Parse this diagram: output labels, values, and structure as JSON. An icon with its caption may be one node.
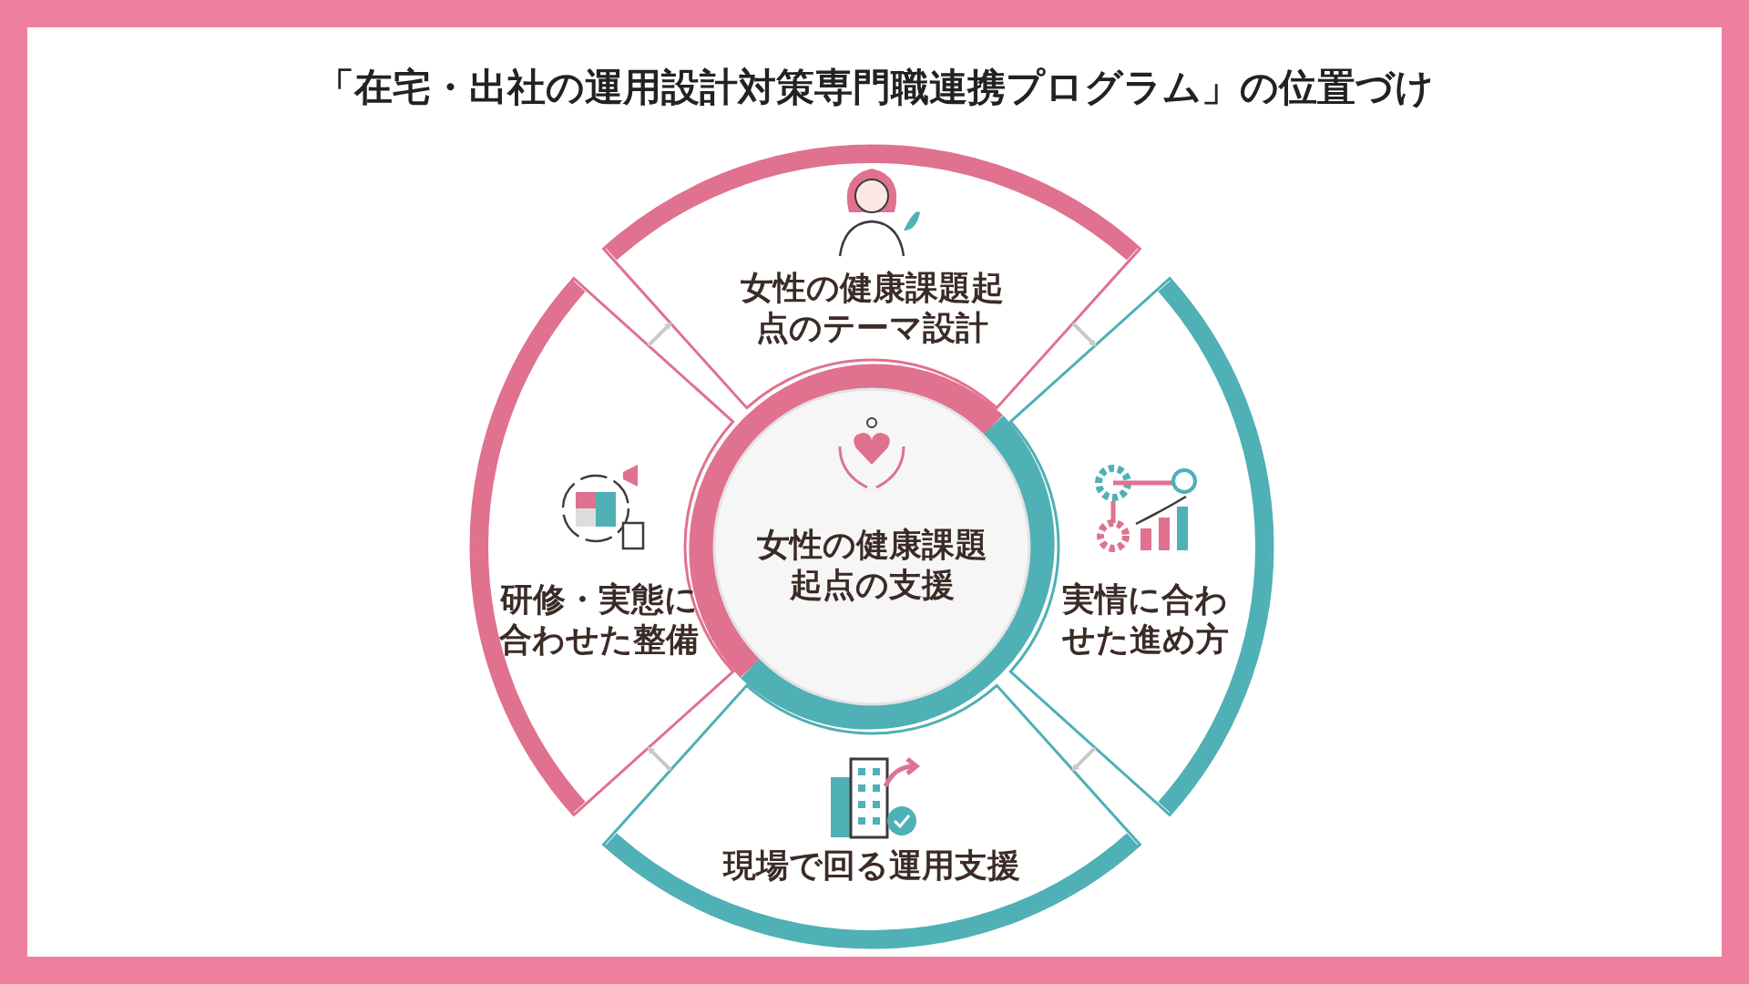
{
  "diagram": {
    "title": "「在宅・出社の運用設計対策専門職連携プログラム」の位置づけ",
    "nodes": [
      {
        "text": [
          "女性の健康課題起点のテーマ設計"
        ]
      },
      {
        "text": [
          "実情に合わせた進め方"
        ]
      },
      {
        "text": [
          "現場で回る運用支援"
        ]
      },
      {
        "text": [
          "研修・実態に合わせた整備"
        ]
      },
      {
        "text": [
          "女性の健康課題起点の支援"
        ]
      }
    ],
    "edges": [
      {
        "from": 0,
        "to": 1,
        "arrow": "to"
      },
      {
        "from": 1,
        "to": 2,
        "arrow": "to"
      },
      {
        "from": 2,
        "to": 3,
        "arrow": "to"
      },
      {
        "from": 3,
        "to": 0,
        "arrow": "to"
      }
    ]
  }
}
